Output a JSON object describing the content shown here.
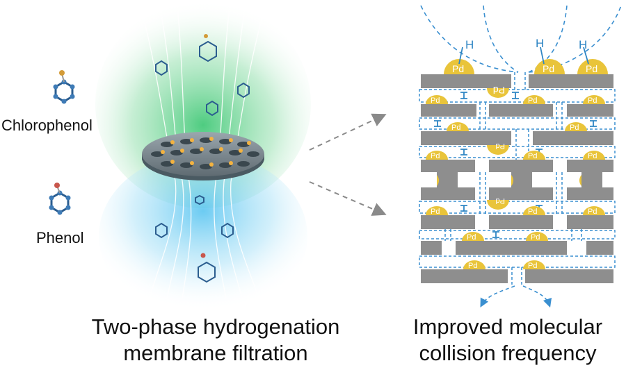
{
  "molecules": {
    "chlorophenol_label": "Chlorophenol",
    "phenol_label": "Phenol"
  },
  "captions": {
    "left_line1": "Two-phase hydrogenation",
    "left_line2": "membrane filtration",
    "right_line1": "Improved molecular",
    "right_line2": "collision frequency"
  },
  "membrane_detail": {
    "catalyst_label": "Pd",
    "hydrogen_label": "H"
  },
  "colors": {
    "upper_phase": "#3cc77a",
    "lower_phase": "#5ec8ef",
    "catalyst": "#e9c43a",
    "membrane": "#8e8e8e",
    "flow": "#3a8fd0"
  }
}
